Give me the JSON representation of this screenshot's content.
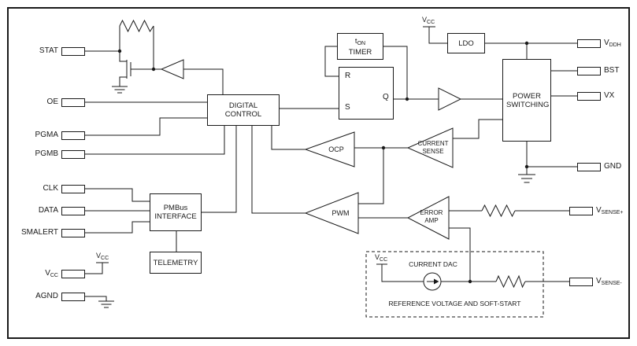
{
  "diagram": {
    "pins_left": [
      {
        "label": "STAT"
      },
      {
        "label": "OE"
      },
      {
        "label": "PGMA"
      },
      {
        "label": "PGMB"
      },
      {
        "label": "CLK"
      },
      {
        "label": "DATA"
      },
      {
        "label": "SMALERT"
      },
      {
        "base": "V",
        "sub": "CC"
      },
      {
        "label": "AGND"
      }
    ],
    "pins_right": [
      {
        "base": "V",
        "sub": "DDH"
      },
      {
        "label": "BST"
      },
      {
        "label": "VX"
      },
      {
        "label": "GND"
      },
      {
        "base": "V",
        "sub": "SENSE+"
      },
      {
        "base": "V",
        "sub": "SENSE-"
      }
    ],
    "blocks": {
      "digital_control": "DIGITAL CONTROL",
      "ton_timer_base": "t",
      "ton_timer_sub": "ON",
      "ton_timer_line2": "TIMER",
      "ldo": "LDO",
      "latch_r": "R",
      "latch_s": "S",
      "latch_q": "Q",
      "power_switching": "POWER SWITCHING",
      "ocp": "OCP",
      "current_sense": "CURRENT SENSE",
      "pwm": "PWM",
      "error_amp": "ERROR AMP",
      "pmbus": "PMBus INTERFACE",
      "telemetry": "TELEMETRY",
      "current_dac": "CURRENT DAC",
      "reference_box": "REFERENCE VOLTAGE AND SOFT-START"
    },
    "supply_label": {
      "base": "V",
      "sub": "CC"
    }
  }
}
